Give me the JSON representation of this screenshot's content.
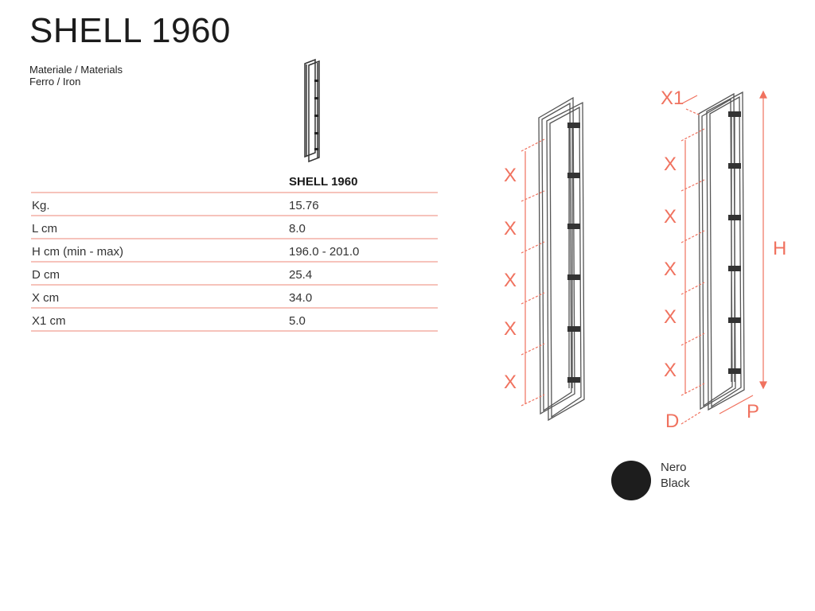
{
  "header": {
    "title": "SHELL 1960"
  },
  "material": {
    "label": "Materiale / Materials",
    "value": "Ferro / Iron"
  },
  "table": {
    "column_header": "SHELL 1960",
    "rows": [
      {
        "label": "Kg.",
        "value": "15.76"
      },
      {
        "label": "L cm",
        "value": "8.0"
      },
      {
        "label": "H cm (min - max)",
        "value": "196.0 - 201.0"
      },
      {
        "label": "D cm",
        "value": "25.4"
      },
      {
        "label": "X cm",
        "value": "34.0"
      },
      {
        "label": "X1 cm",
        "value": "5.0"
      }
    ]
  },
  "drawing": {
    "x_label": "X",
    "x1_label": "X1",
    "h_label": "H",
    "d_label": "D",
    "p_label": "P"
  },
  "finish": {
    "name_it": "Nero",
    "name_en": "Black",
    "color": "#1d1d1d"
  },
  "colors": {
    "accent": "#f0725f",
    "rule": "#f6c3bb"
  }
}
